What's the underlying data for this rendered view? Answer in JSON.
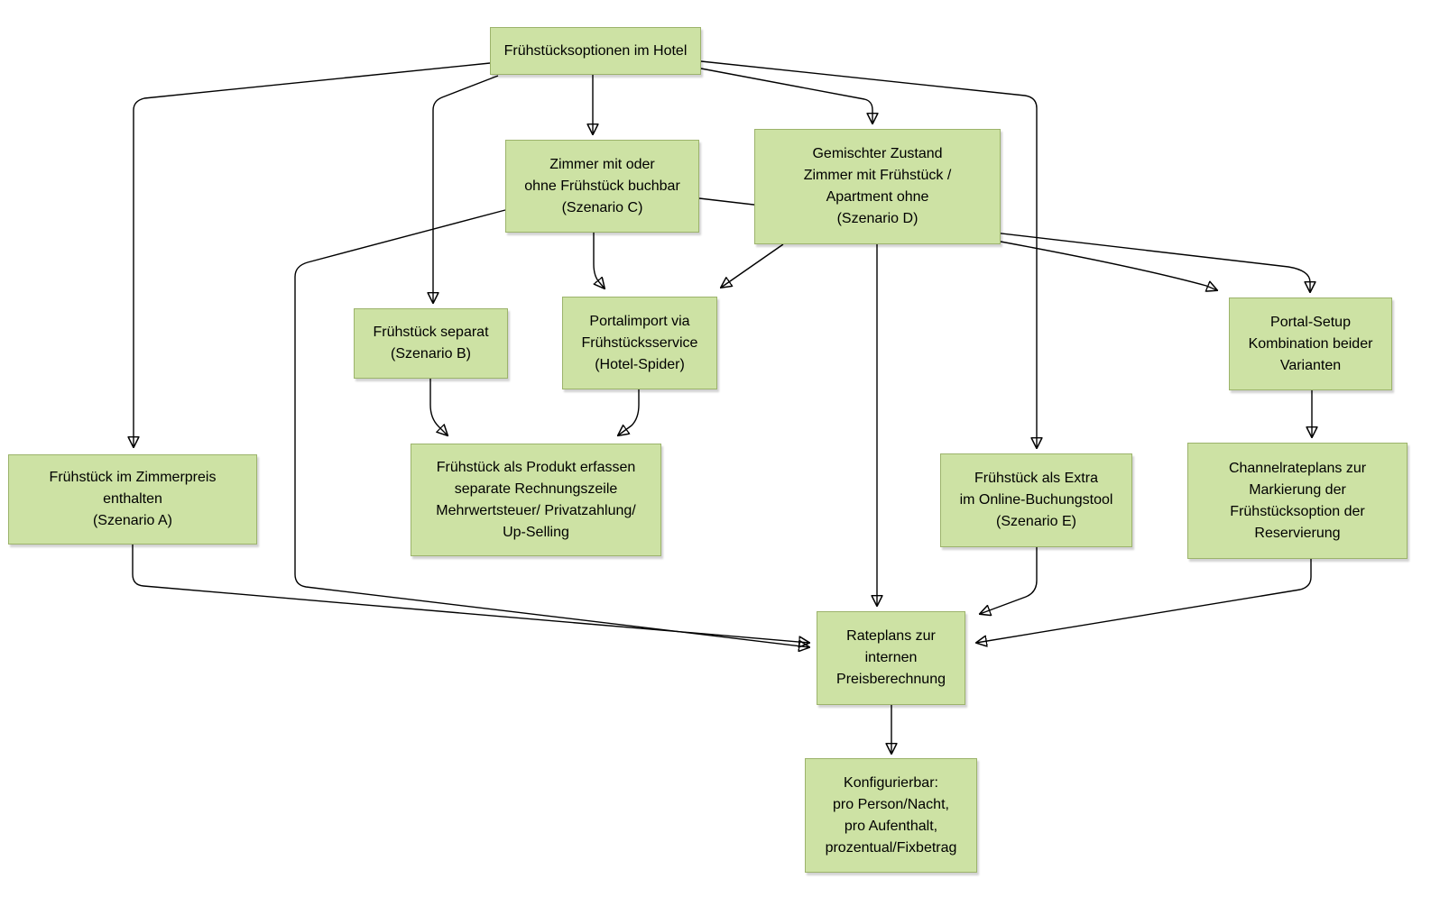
{
  "diagram": {
    "title": "Frühstücksoptionen im Hotel",
    "type": "flowchart",
    "language": "de"
  },
  "colors": {
    "background": "#ffffff",
    "node_fill": "#cde2a4",
    "node_border": "#9cb36b",
    "edge": "#000000",
    "text": "#000000"
  },
  "nodes": {
    "root": {
      "lines": [
        "Frühstücksoptionen im Hotel"
      ]
    },
    "scenario_c": {
      "lines": [
        "Zimmer mit oder",
        "ohne Frühstück buchbar",
        "(Szenario C)"
      ]
    },
    "scenario_d": {
      "lines": [
        "Gemischter Zustand",
        "Zimmer mit Frühstück /",
        "Apartment ohne",
        "(Szenario D)"
      ]
    },
    "scenario_b": {
      "lines": [
        "Frühstück separat",
        "(Szenario B)"
      ]
    },
    "portal_import": {
      "lines": [
        "Portalimport via",
        "Frühstücksservice",
        "(Hotel-Spider)"
      ]
    },
    "portal_setup": {
      "lines": [
        "Portal-Setup",
        "Kombination beider",
        "Varianten"
      ]
    },
    "scenario_a": {
      "lines": [
        "Frühstück im Zimmerpreis",
        "enthalten",
        "(Szenario A)"
      ]
    },
    "produkt_erfassen": {
      "lines": [
        "Frühstück als Produkt erfassen",
        "separate Rechnungszeile",
        "Mehrwertsteuer/ Privatzahlung/",
        "Up-Selling"
      ]
    },
    "scenario_e": {
      "lines": [
        "Frühstück als Extra",
        "im Online-Buchungstool",
        "(Szenario E)"
      ]
    },
    "channel_rateplans": {
      "lines": [
        "Channelrateplans zur",
        "Markierung der",
        "Frühstücksoption der",
        "Reservierung"
      ]
    },
    "rateplans": {
      "lines": [
        "Rateplans zur",
        "internen",
        "Preisberechnung"
      ]
    },
    "konfigurierbar": {
      "lines": [
        "Konfigurierbar:",
        "pro Person/Nacht,",
        "pro Aufenthalt,",
        "prozentual/Fixbetrag"
      ]
    }
  },
  "edges": [
    {
      "from": "root",
      "to": "scenario_a"
    },
    {
      "from": "root",
      "to": "scenario_b"
    },
    {
      "from": "root",
      "to": "scenario_c"
    },
    {
      "from": "root",
      "to": "scenario_d"
    },
    {
      "from": "root",
      "to": "scenario_e"
    },
    {
      "from": "scenario_c",
      "to": "portal_import"
    },
    {
      "from": "scenario_d",
      "to": "portal_import"
    },
    {
      "from": "scenario_c",
      "to": "portal_setup"
    },
    {
      "from": "scenario_d",
      "to": "portal_setup"
    },
    {
      "from": "scenario_b",
      "to": "produkt_erfassen"
    },
    {
      "from": "portal_import",
      "to": "produkt_erfassen"
    },
    {
      "from": "portal_setup",
      "to": "channel_rateplans"
    },
    {
      "from": "scenario_a",
      "to": "rateplans"
    },
    {
      "from": "scenario_c",
      "to": "rateplans"
    },
    {
      "from": "scenario_d",
      "to": "rateplans"
    },
    {
      "from": "scenario_e",
      "to": "rateplans"
    },
    {
      "from": "channel_rateplans",
      "to": "rateplans"
    },
    {
      "from": "rateplans",
      "to": "konfigurierbar"
    }
  ]
}
